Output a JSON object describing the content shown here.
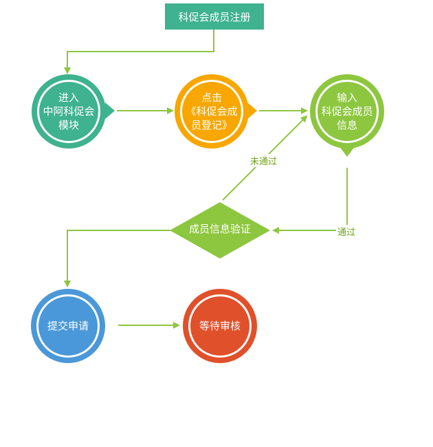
{
  "title": "科促会成员注册",
  "nodes": {
    "enter": "进入\n中阿科促会\n模块",
    "click": "点击\n《科促会成\n员登记》",
    "input": "输入\n科促会成员\n信息",
    "verify": "成员信息验证",
    "submit": "提交申请",
    "wait": "等待审核"
  },
  "labels": {
    "not_passed": "未通过",
    "passed": "通过"
  },
  "colors": {
    "teal": "#3fb28f",
    "orange": "#f7a700",
    "green": "#8dc63f",
    "blue": "#4a98d9",
    "red": "#e0502a",
    "arrow": "#8dc63f"
  }
}
